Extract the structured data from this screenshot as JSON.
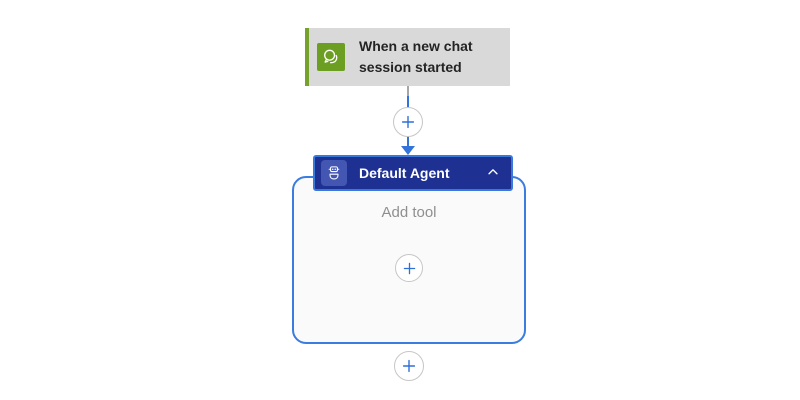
{
  "trigger": {
    "title": "When a new chat session started",
    "icon": "chat-bubbles-icon",
    "colors": {
      "background": "#d9d9d9",
      "accent_bar": "#76a22b",
      "icon_background": "#6c9e22",
      "text": "#242424"
    }
  },
  "connector": {
    "insert_button_icon": "plus-icon",
    "line_color": "#3273dc",
    "stub_color": "#a6a6a6"
  },
  "agent": {
    "title": "Default Agent",
    "icon": "bot-icon",
    "collapse_icon": "chevron-up-icon",
    "colors": {
      "header_background": "#1e3192",
      "header_selected_border": "#3b78dc",
      "icon_tile": "#4356b2",
      "container_border": "#3b7ce0",
      "container_background": "#fafafa",
      "title_text": "#ffffff",
      "placeholder_text": "#8f8f8f"
    },
    "body": {
      "placeholder": "Add tool",
      "add_button_icon": "plus-icon"
    }
  },
  "footer": {
    "add_button_icon": "plus-icon",
    "plus_color": "#2f6fd6"
  }
}
